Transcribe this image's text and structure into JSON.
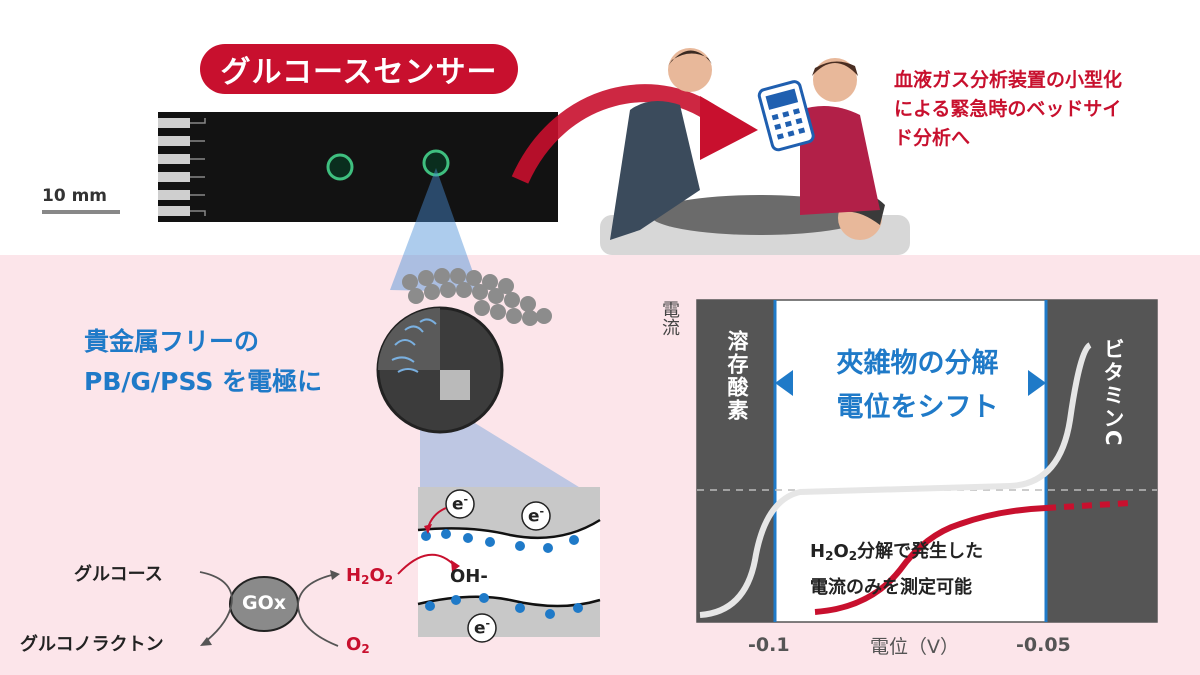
{
  "title": "グルコースセンサー",
  "scale_label": "10 mm",
  "caption_red": [
    "血液ガス分析装置の小型化",
    "による緊急時のベッドサイ",
    "ド分析へ"
  ],
  "caption_blue": [
    "貴金属フリーの",
    "PB/G/PSS を電極に"
  ],
  "reaction": {
    "glucose": "グルコース",
    "gluconolactone": "グルコノラクトン",
    "enzyme": "GOx",
    "h2o2_main": "H",
    "h2o2_sub1": "2",
    "h2o2_mid": "O",
    "h2o2_sub2": "2",
    "o2_main": "O",
    "o2_sub": "2",
    "oh": "OH-"
  },
  "electron": "e",
  "electron_sup": "-",
  "chart_data": {
    "type": "diagram-line",
    "ylabel": "電流",
    "xlabel": "電位（V）",
    "ticks": [
      "-0.1",
      "-0.05"
    ],
    "left_band": "溶存酸素",
    "right_band": "ビタミンC",
    "center_text": [
      "夾雑物の分解",
      "電位をシフト"
    ],
    "note_line1_a": "H",
    "note_line1_sub1": "2",
    "note_line1_b": "O",
    "note_line1_sub2": "2",
    "note_line1_c": "分解で発生した",
    "note_line2": "電流のみを測定可能",
    "colors": {
      "band": "#555555",
      "red_curve": "#c8102e",
      "gray_curve": "#e6e6e6",
      "blue": "#1f7ac8"
    }
  }
}
